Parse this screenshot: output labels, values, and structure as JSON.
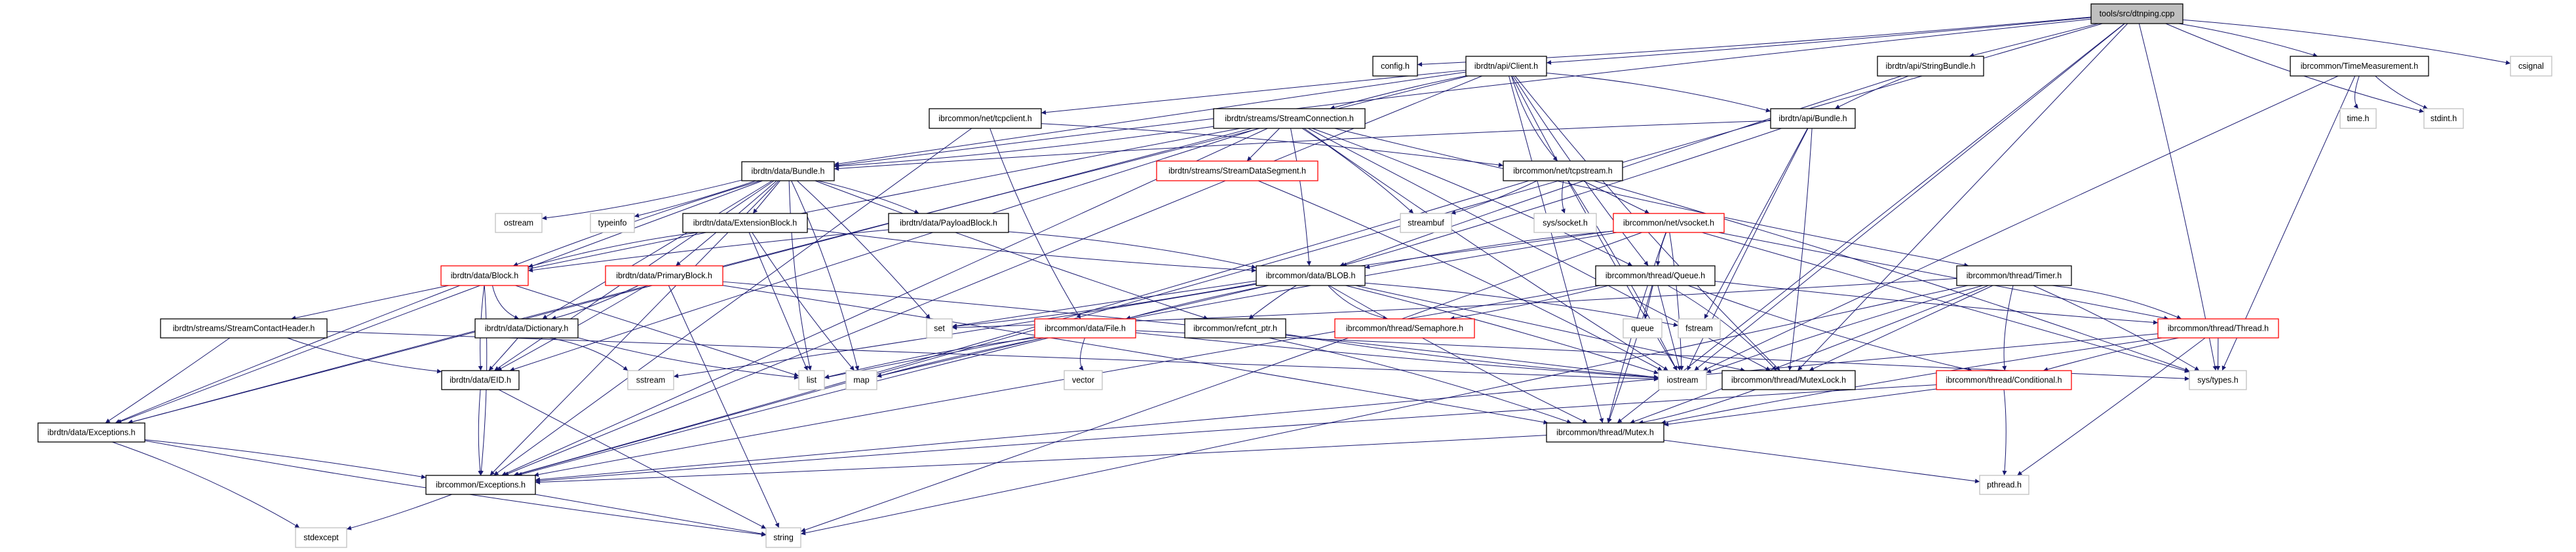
{
  "colors": {
    "edge": "#191970",
    "red_border": "#ff0000",
    "system_border": "#bfbfbf",
    "root_fill": "#bfbfbf"
  },
  "nodes": [
    {
      "id": "dtnping",
      "label": "tools/src/dtnping.cpp",
      "style": "root"
    },
    {
      "id": "config",
      "label": "config.h",
      "style": "normal"
    },
    {
      "id": "client",
      "label": "ibrdtn/api/Client.h",
      "style": "normal"
    },
    {
      "id": "stringbundle",
      "label": "ibrdtn/api/StringBundle.h",
      "style": "normal"
    },
    {
      "id": "timemeasurement",
      "label": "ibrcommon/TimeMeasurement.h",
      "style": "normal"
    },
    {
      "id": "csignal",
      "label": "csignal",
      "style": "system"
    },
    {
      "id": "tcpclient",
      "label": "ibrcommon/net/tcpclient.h",
      "style": "normal"
    },
    {
      "id": "streamconnection",
      "label": "ibrdtn/streams/StreamConnection.h",
      "style": "normal"
    },
    {
      "id": "apibundle",
      "label": "ibrdtn/api/Bundle.h",
      "style": "normal"
    },
    {
      "id": "time",
      "label": "time.h",
      "style": "system"
    },
    {
      "id": "stdint",
      "label": "stdint.h",
      "style": "system"
    },
    {
      "id": "databundle",
      "label": "ibrdtn/data/Bundle.h",
      "style": "normal"
    },
    {
      "id": "streamdatasegment",
      "label": "ibrdtn/streams/StreamDataSegment.h",
      "style": "red"
    },
    {
      "id": "tcpstream",
      "label": "ibrcommon/net/tcpstream.h",
      "style": "normal"
    },
    {
      "id": "ostream",
      "label": "ostream",
      "style": "system"
    },
    {
      "id": "typeinfo",
      "label": "typeinfo",
      "style": "system"
    },
    {
      "id": "extensionblock",
      "label": "ibrdtn/data/ExtensionBlock.h",
      "style": "normal"
    },
    {
      "id": "payloadblock",
      "label": "ibrdtn/data/PayloadBlock.h",
      "style": "normal"
    },
    {
      "id": "streambuf",
      "label": "streambuf",
      "style": "system"
    },
    {
      "id": "syssocket",
      "label": "sys/socket.h",
      "style": "system"
    },
    {
      "id": "vsocket",
      "label": "ibrcommon/net/vsocket.h",
      "style": "red"
    },
    {
      "id": "block",
      "label": "ibrdtn/data/Block.h",
      "style": "red"
    },
    {
      "id": "primaryblock",
      "label": "ibrdtn/data/PrimaryBlock.h",
      "style": "red"
    },
    {
      "id": "blob",
      "label": "ibrcommon/data/BLOB.h",
      "style": "normal"
    },
    {
      "id": "queue_h",
      "label": "ibrcommon/thread/Queue.h",
      "style": "normal"
    },
    {
      "id": "timer",
      "label": "ibrcommon/thread/Timer.h",
      "style": "normal"
    },
    {
      "id": "streamcontactheader",
      "label": "ibrdtn/streams/StreamContactHeader.h",
      "style": "normal"
    },
    {
      "id": "dictionary",
      "label": "ibrdtn/data/Dictionary.h",
      "style": "normal"
    },
    {
      "id": "set",
      "label": "set",
      "style": "system"
    },
    {
      "id": "file",
      "label": "ibrcommon/data/File.h",
      "style": "red"
    },
    {
      "id": "refcnt",
      "label": "ibrcommon/refcnt_ptr.h",
      "style": "normal"
    },
    {
      "id": "semaphore",
      "label": "ibrcommon/thread/Semaphore.h",
      "style": "red"
    },
    {
      "id": "queue",
      "label": "queue",
      "style": "system"
    },
    {
      "id": "fstream",
      "label": "fstream",
      "style": "system"
    },
    {
      "id": "thread",
      "label": "ibrcommon/thread/Thread.h",
      "style": "red"
    },
    {
      "id": "eid",
      "label": "ibrdtn/data/EID.h",
      "style": "normal"
    },
    {
      "id": "sstream",
      "label": "sstream",
      "style": "system"
    },
    {
      "id": "list",
      "label": "list",
      "style": "system"
    },
    {
      "id": "map",
      "label": "map",
      "style": "system"
    },
    {
      "id": "vector",
      "label": "vector",
      "style": "system"
    },
    {
      "id": "iostream",
      "label": "iostream",
      "style": "system"
    },
    {
      "id": "mutexlock",
      "label": "ibrcommon/thread/MutexLock.h",
      "style": "normal"
    },
    {
      "id": "conditional",
      "label": "ibrcommon/thread/Conditional.h",
      "style": "red"
    },
    {
      "id": "systypes",
      "label": "sys/types.h",
      "style": "system"
    },
    {
      "id": "dataexceptions",
      "label": "ibrdtn/data/Exceptions.h",
      "style": "normal"
    },
    {
      "id": "mutex",
      "label": "ibrcommon/thread/Mutex.h",
      "style": "normal"
    },
    {
      "id": "exceptions",
      "label": "ibrcommon/Exceptions.h",
      "style": "normal"
    },
    {
      "id": "pthread",
      "label": "pthread.h",
      "style": "system"
    },
    {
      "id": "stdexcept",
      "label": "stdexcept",
      "style": "system"
    },
    {
      "id": "string",
      "label": "string",
      "style": "system"
    }
  ],
  "edges": [
    [
      "dtnping",
      "config"
    ],
    [
      "dtnping",
      "client"
    ],
    [
      "dtnping",
      "stringbundle"
    ],
    [
      "dtnping",
      "timemeasurement"
    ],
    [
      "dtnping",
      "csignal"
    ],
    [
      "dtnping",
      "stdint"
    ],
    [
      "dtnping",
      "iostream"
    ],
    [
      "dtnping",
      "mutexlock"
    ],
    [
      "dtnping",
      "systypes"
    ],
    [
      "dtnping",
      "databundle"
    ],
    [
      "dtnping",
      "exceptions"
    ],
    [
      "dtnping",
      "mutex"
    ],
    [
      "client",
      "tcpclient"
    ],
    [
      "client",
      "streamconnection"
    ],
    [
      "client",
      "apibundle"
    ],
    [
      "client",
      "tcpstream"
    ],
    [
      "client",
      "queue_h"
    ],
    [
      "client",
      "databundle"
    ],
    [
      "client",
      "exceptions"
    ],
    [
      "client",
      "dataexceptions"
    ],
    [
      "client",
      "mutexlock"
    ],
    [
      "client",
      "iostream"
    ],
    [
      "client",
      "mutex"
    ],
    [
      "stringbundle",
      "apibundle"
    ],
    [
      "stringbundle",
      "blob"
    ],
    [
      "timemeasurement",
      "time"
    ],
    [
      "timemeasurement",
      "stdint"
    ],
    [
      "timemeasurement",
      "systypes"
    ],
    [
      "timemeasurement",
      "iostream"
    ],
    [
      "apibundle",
      "databundle"
    ],
    [
      "apibundle",
      "blob"
    ],
    [
      "apibundle",
      "iostream"
    ],
    [
      "apibundle",
      "fstream"
    ],
    [
      "apibundle",
      "mutexlock"
    ],
    [
      "tcpclient",
      "tcpstream"
    ],
    [
      "tcpclient",
      "file"
    ],
    [
      "tcpclient",
      "exceptions"
    ],
    [
      "streamconnection",
      "streamdatasegment"
    ],
    [
      "streamconnection",
      "streambuf"
    ],
    [
      "streamconnection",
      "streamcontactheader"
    ],
    [
      "streamconnection",
      "databundle"
    ],
    [
      "streamconnection",
      "exceptions"
    ],
    [
      "streamconnection",
      "dataexceptions"
    ],
    [
      "streamconnection",
      "eid"
    ],
    [
      "streamconnection",
      "queue_h"
    ],
    [
      "streamconnection",
      "timer"
    ],
    [
      "streamconnection",
      "iostream"
    ],
    [
      "streamconnection",
      "mutexlock"
    ],
    [
      "streamconnection",
      "blob"
    ],
    [
      "streamdatasegment",
      "iostream"
    ],
    [
      "tcpstream",
      "streambuf"
    ],
    [
      "tcpstream",
      "syssocket"
    ],
    [
      "tcpstream",
      "vsocket"
    ],
    [
      "tcpstream",
      "iostream"
    ],
    [
      "tcpstream",
      "systypes"
    ],
    [
      "tcpstream",
      "exceptions"
    ],
    [
      "vsocket",
      "queue_h"
    ],
    [
      "vsocket",
      "thread"
    ],
    [
      "vsocket",
      "set"
    ],
    [
      "vsocket",
      "list"
    ],
    [
      "vsocket",
      "mutex"
    ],
    [
      "vsocket",
      "string"
    ],
    [
      "vsocket",
      "systypes"
    ],
    [
      "vsocket",
      "iostream"
    ],
    [
      "vsocket",
      "blob"
    ],
    [
      "databundle",
      "ostream"
    ],
    [
      "databundle",
      "typeinfo"
    ],
    [
      "databundle",
      "extensionblock"
    ],
    [
      "databundle",
      "payloadblock"
    ],
    [
      "databundle",
      "block"
    ],
    [
      "databundle",
      "primaryblock"
    ],
    [
      "databundle",
      "dictionary"
    ],
    [
      "databundle",
      "eid"
    ],
    [
      "databundle",
      "set"
    ],
    [
      "databundle",
      "map"
    ],
    [
      "databundle",
      "list"
    ],
    [
      "databundle",
      "refcnt"
    ],
    [
      "databundle",
      "exceptions"
    ],
    [
      "databundle",
      "dataexceptions"
    ],
    [
      "extensionblock",
      "block"
    ],
    [
      "extensionblock",
      "blob"
    ],
    [
      "extensionblock",
      "map"
    ],
    [
      "extensionblock",
      "list"
    ],
    [
      "payloadblock",
      "block"
    ],
    [
      "payloadblock",
      "blob"
    ],
    [
      "block",
      "dictionary"
    ],
    [
      "block",
      "eid"
    ],
    [
      "block",
      "list"
    ],
    [
      "block",
      "dataexceptions"
    ],
    [
      "block",
      "exceptions"
    ],
    [
      "primaryblock",
      "dictionary"
    ],
    [
      "primaryblock",
      "eid"
    ],
    [
      "primaryblock",
      "string"
    ],
    [
      "primaryblock",
      "mutex"
    ],
    [
      "primaryblock",
      "iostream"
    ],
    [
      "streamcontactheader",
      "eid"
    ],
    [
      "streamcontactheader",
      "dataexceptions"
    ],
    [
      "streamcontactheader",
      "iostream"
    ],
    [
      "dictionary",
      "eid"
    ],
    [
      "dictionary",
      "sstream"
    ],
    [
      "dictionary",
      "list"
    ],
    [
      "eid",
      "exceptions"
    ],
    [
      "eid",
      "string"
    ],
    [
      "dataexceptions",
      "exceptions"
    ],
    [
      "dataexceptions",
      "stdexcept"
    ],
    [
      "dataexceptions",
      "string"
    ],
    [
      "exceptions",
      "stdexcept"
    ],
    [
      "exceptions",
      "string"
    ],
    [
      "blob",
      "file"
    ],
    [
      "blob",
      "refcnt"
    ],
    [
      "blob",
      "semaphore"
    ],
    [
      "blob",
      "mutex"
    ],
    [
      "blob",
      "mutexlock"
    ],
    [
      "blob",
      "iostream"
    ],
    [
      "blob",
      "fstream"
    ],
    [
      "blob",
      "set"
    ],
    [
      "blob",
      "sstream"
    ],
    [
      "blob",
      "map"
    ],
    [
      "file",
      "map"
    ],
    [
      "file",
      "list"
    ],
    [
      "file",
      "vector"
    ],
    [
      "file",
      "iostream"
    ],
    [
      "file",
      "systypes"
    ],
    [
      "file",
      "exceptions"
    ],
    [
      "refcnt",
      "mutex"
    ],
    [
      "refcnt",
      "iostream"
    ],
    [
      "queue_h",
      "semaphore"
    ],
    [
      "queue_h",
      "queue"
    ],
    [
      "queue_h",
      "mutex"
    ],
    [
      "queue_h",
      "mutexlock"
    ],
    [
      "queue_h",
      "conditional"
    ],
    [
      "queue_h",
      "thread"
    ],
    [
      "queue_h",
      "iostream"
    ],
    [
      "queue_h",
      "exceptions"
    ],
    [
      "timer",
      "thread"
    ],
    [
      "timer",
      "conditional"
    ],
    [
      "timer",
      "mutex"
    ],
    [
      "timer",
      "mutexlock"
    ],
    [
      "timer",
      "systypes"
    ],
    [
      "timer",
      "iostream"
    ],
    [
      "timer",
      "set"
    ],
    [
      "timer",
      "string"
    ],
    [
      "thread",
      "systypes"
    ],
    [
      "thread",
      "conditional"
    ],
    [
      "thread",
      "mutex"
    ],
    [
      "thread",
      "pthread"
    ],
    [
      "thread",
      "exceptions"
    ],
    [
      "conditional",
      "mutex"
    ],
    [
      "conditional",
      "pthread"
    ],
    [
      "conditional",
      "exceptions"
    ],
    [
      "mutexlock",
      "mutex"
    ],
    [
      "mutex",
      "exceptions"
    ],
    [
      "mutex",
      "pthread"
    ]
  ]
}
